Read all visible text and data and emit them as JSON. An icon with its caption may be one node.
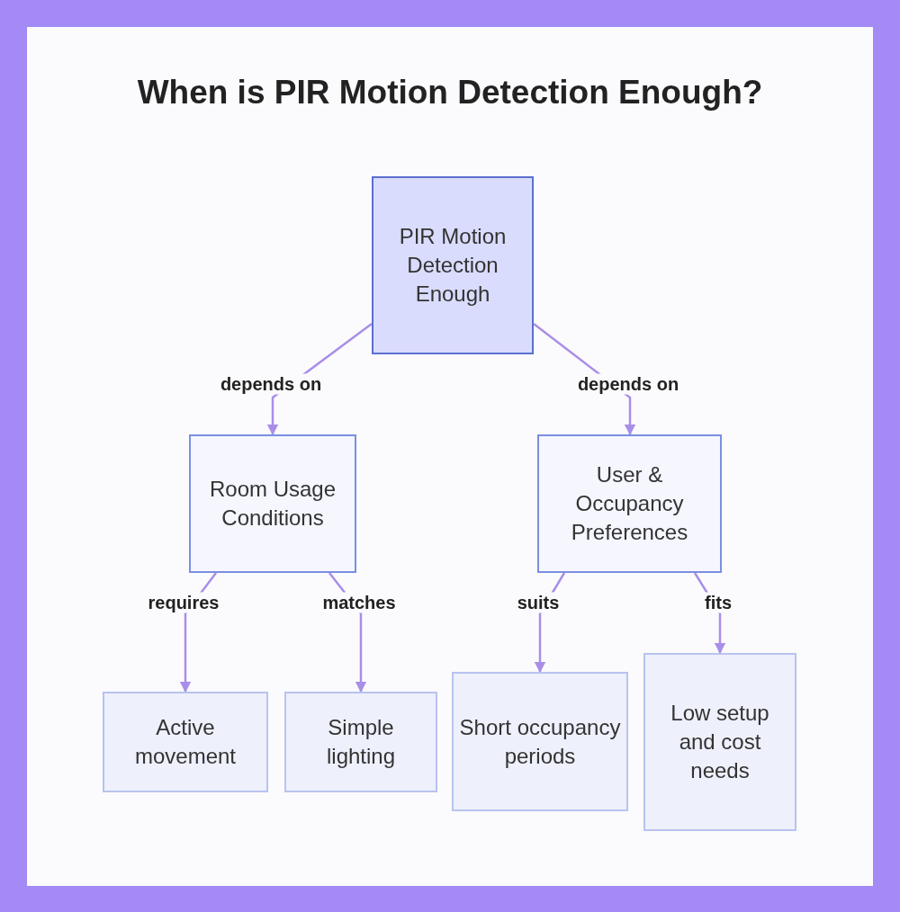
{
  "diagram": {
    "title": "When is PIR Motion Detection Enough?",
    "nodes": [
      {
        "text": [
          "PIR Motion Detection Enough"
        ]
      },
      {
        "text": [
          "Room Usage Conditions"
        ]
      },
      {
        "text": [
          "User & Occupancy Preferences"
        ]
      },
      {
        "text": [
          "Active movement"
        ]
      },
      {
        "text": [
          "Simple lighting"
        ]
      },
      {
        "text": [
          "Short occupancy periods"
        ]
      },
      {
        "text": [
          "Low setup and cost needs"
        ]
      }
    ],
    "edges": [
      {
        "from": 0,
        "to": 1,
        "arrow": "to",
        "label": "depends on"
      },
      {
        "from": 0,
        "to": 2,
        "arrow": "to",
        "label": "depends on"
      },
      {
        "from": 1,
        "to": 3,
        "arrow": "to",
        "label": "requires"
      },
      {
        "from": 1,
        "to": 4,
        "arrow": "to",
        "label": "matches"
      },
      {
        "from": 2,
        "to": 5,
        "arrow": "to",
        "label": "suits"
      },
      {
        "from": 2,
        "to": 6,
        "arrow": "to",
        "label": "fits"
      }
    ]
  }
}
